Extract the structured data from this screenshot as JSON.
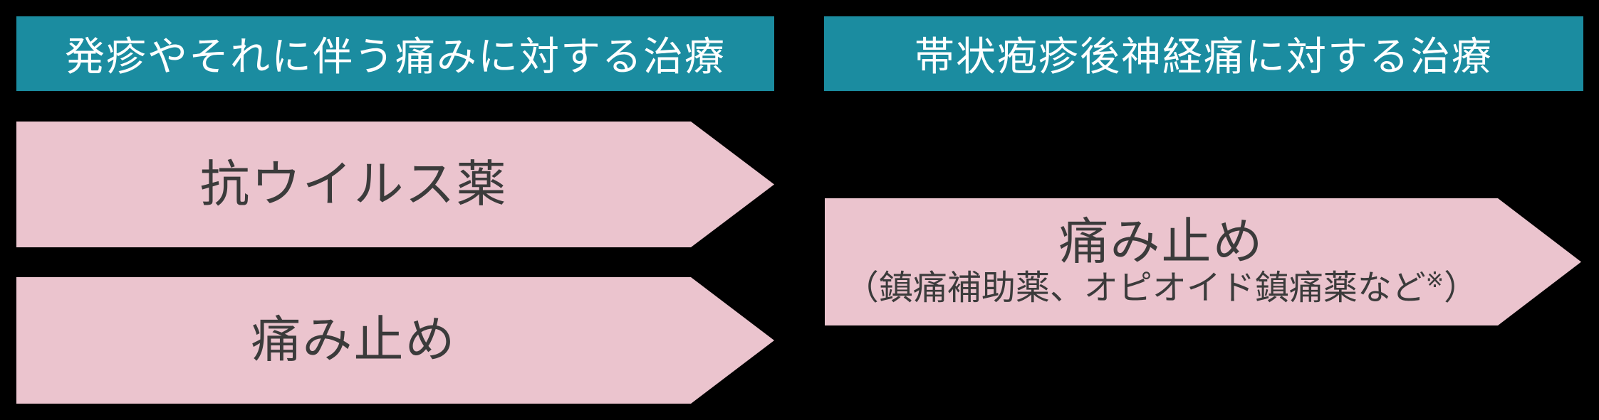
{
  "colors": {
    "background": "#000000",
    "header_fill": "#1b8ca0",
    "header_text": "#ffffff",
    "arrow_fill": "#ebc4ce",
    "arrow_text": "#3b3b3b"
  },
  "left_column": {
    "header": "発疹やそれに伴う痛みに対する治療",
    "arrows": [
      {
        "label": "抗ウイルス薬"
      },
      {
        "label": "痛み止め"
      }
    ]
  },
  "right_column": {
    "header": "帯状疱疹後神経痛に対する治療",
    "arrow": {
      "label": "痛み止め",
      "sublabel_main": "（鎮痛補助薬、オピオイド鎮痛薬など",
      "sublabel_sup": "※",
      "sublabel_close": "）"
    }
  }
}
